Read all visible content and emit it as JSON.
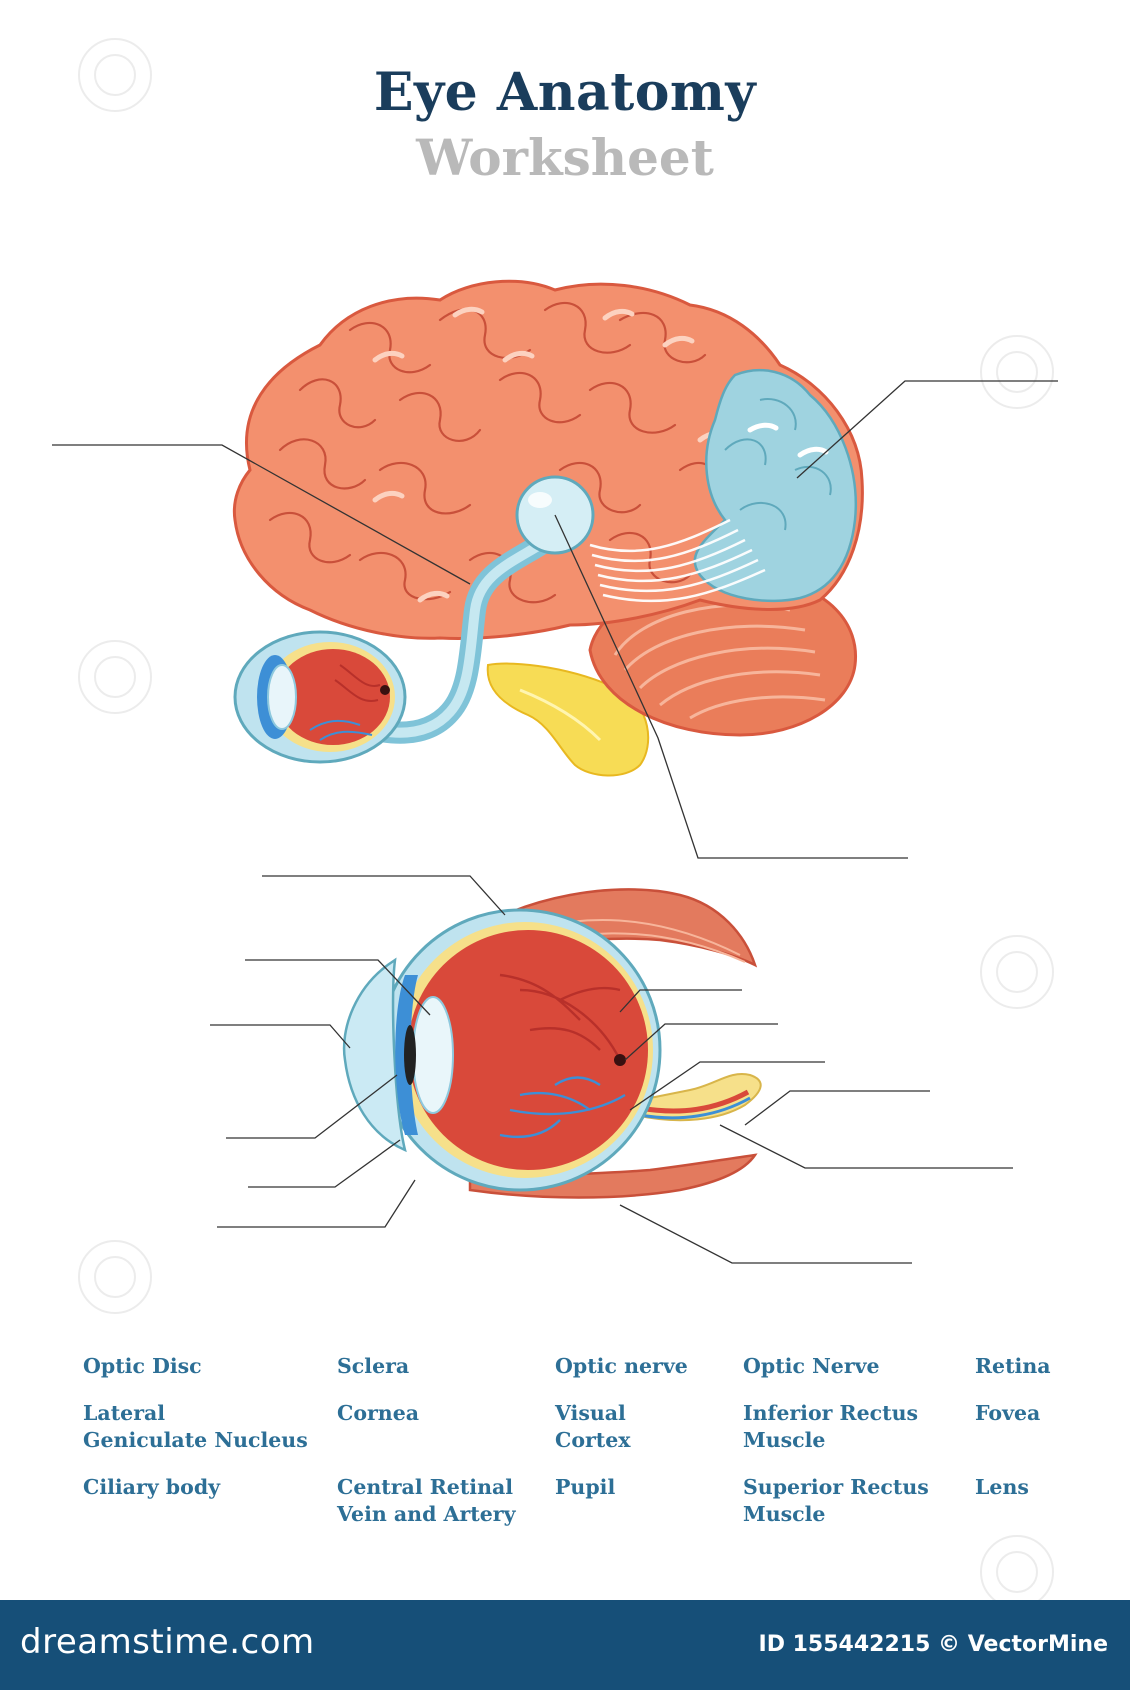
{
  "title": "Eye Anatomy",
  "subtitle": "Worksheet",
  "terms": [
    [
      "Optic Disc",
      "Sclera",
      "Optic nerve",
      "Optic Nerve",
      "Retina"
    ],
    [
      "Lateral\nGeniculate Nucleus",
      "Cornea",
      "Visual\nCortex",
      "Inferior Rectus\nMuscle",
      "Fovea"
    ],
    [
      "Ciliary body",
      "Central Retinal\nVein and Artery",
      "Pupil",
      "Superior Rectus\nMuscle",
      "Lens"
    ]
  ],
  "footer": {
    "logo_text": "dreamstime.com",
    "credit": "ID 155442215 © VectorMine"
  },
  "colors": {
    "title": "#1a3d5c",
    "subtitle": "#b9b9b9",
    "term_text": "#2d6f96",
    "footer_bg": "#164f78",
    "brain": "#f3906e",
    "brain_outline": "#d9593f",
    "visual_cortex": "#9fd3e0",
    "brainstem": "#f7dc55",
    "eye_red": "#d9493a",
    "retina_yellow": "#f6e08a",
    "cornea_blue": "#bfe3ef",
    "vessel_blue": "#3d8fd6"
  }
}
